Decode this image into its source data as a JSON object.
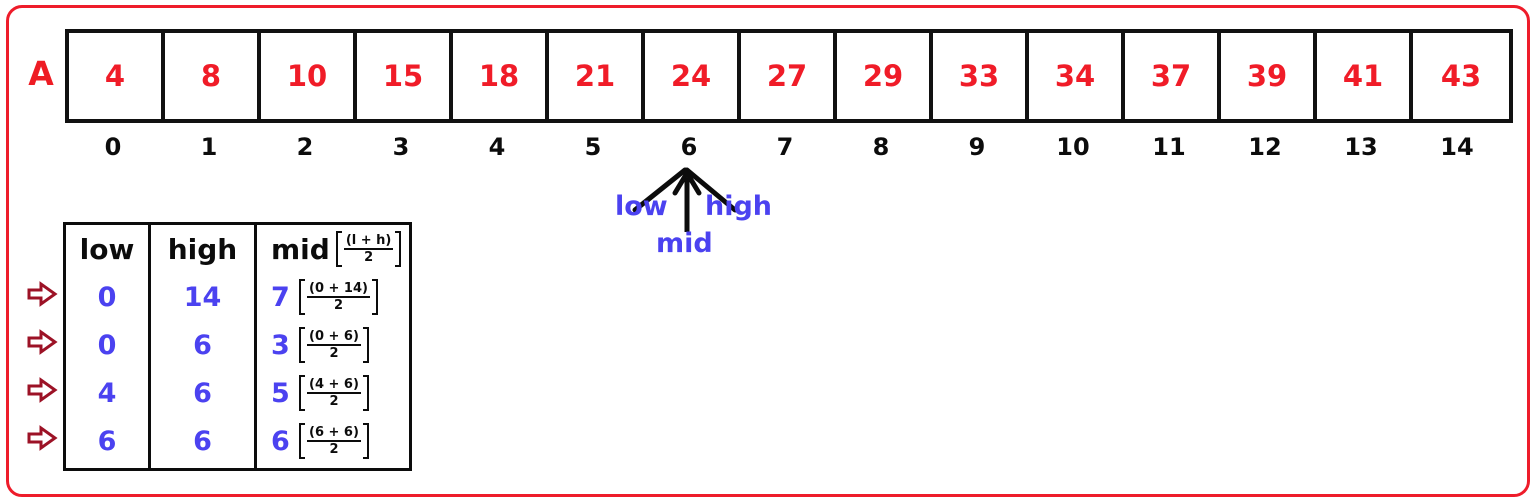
{
  "colors": {
    "frame_red": "#ee1c2a",
    "value_red": "#f01c28",
    "value_blue": "#4b42f0",
    "ink_black": "#0c0c0c",
    "arrow_dark_red": "#9c1226"
  },
  "array": {
    "label": "A",
    "values": [
      "4",
      "8",
      "10",
      "15",
      "18",
      "21",
      "24",
      "27",
      "29",
      "33",
      "34",
      "37",
      "39",
      "41",
      "43"
    ],
    "indices": [
      "0",
      "1",
      "2",
      "3",
      "4",
      "5",
      "6",
      "7",
      "8",
      "9",
      "10",
      "11",
      "12",
      "13",
      "14"
    ]
  },
  "pointer": {
    "low_label": "low",
    "mid_label": "mid",
    "high_label": "high",
    "points_at_index": "6"
  },
  "table": {
    "headers": {
      "low": "low",
      "high": "high",
      "mid": "mid"
    },
    "mid_formula": {
      "numerator": "(l + h)",
      "denominator": "2"
    },
    "row_marker_icon": "right-arrow-icon",
    "rows": [
      {
        "low": "0",
        "high": "14",
        "mid": "7",
        "mid_numerator": "(0 + 14)",
        "mid_denominator": "2"
      },
      {
        "low": "0",
        "high": "6",
        "mid": "3",
        "mid_numerator": "(0 + 6)",
        "mid_denominator": "2"
      },
      {
        "low": "4",
        "high": "6",
        "mid": "5",
        "mid_numerator": "(4 + 6)",
        "mid_denominator": "2"
      },
      {
        "low": "6",
        "high": "6",
        "mid": "6",
        "mid_numerator": "(6 + 6)",
        "mid_denominator": "2"
      }
    ]
  }
}
